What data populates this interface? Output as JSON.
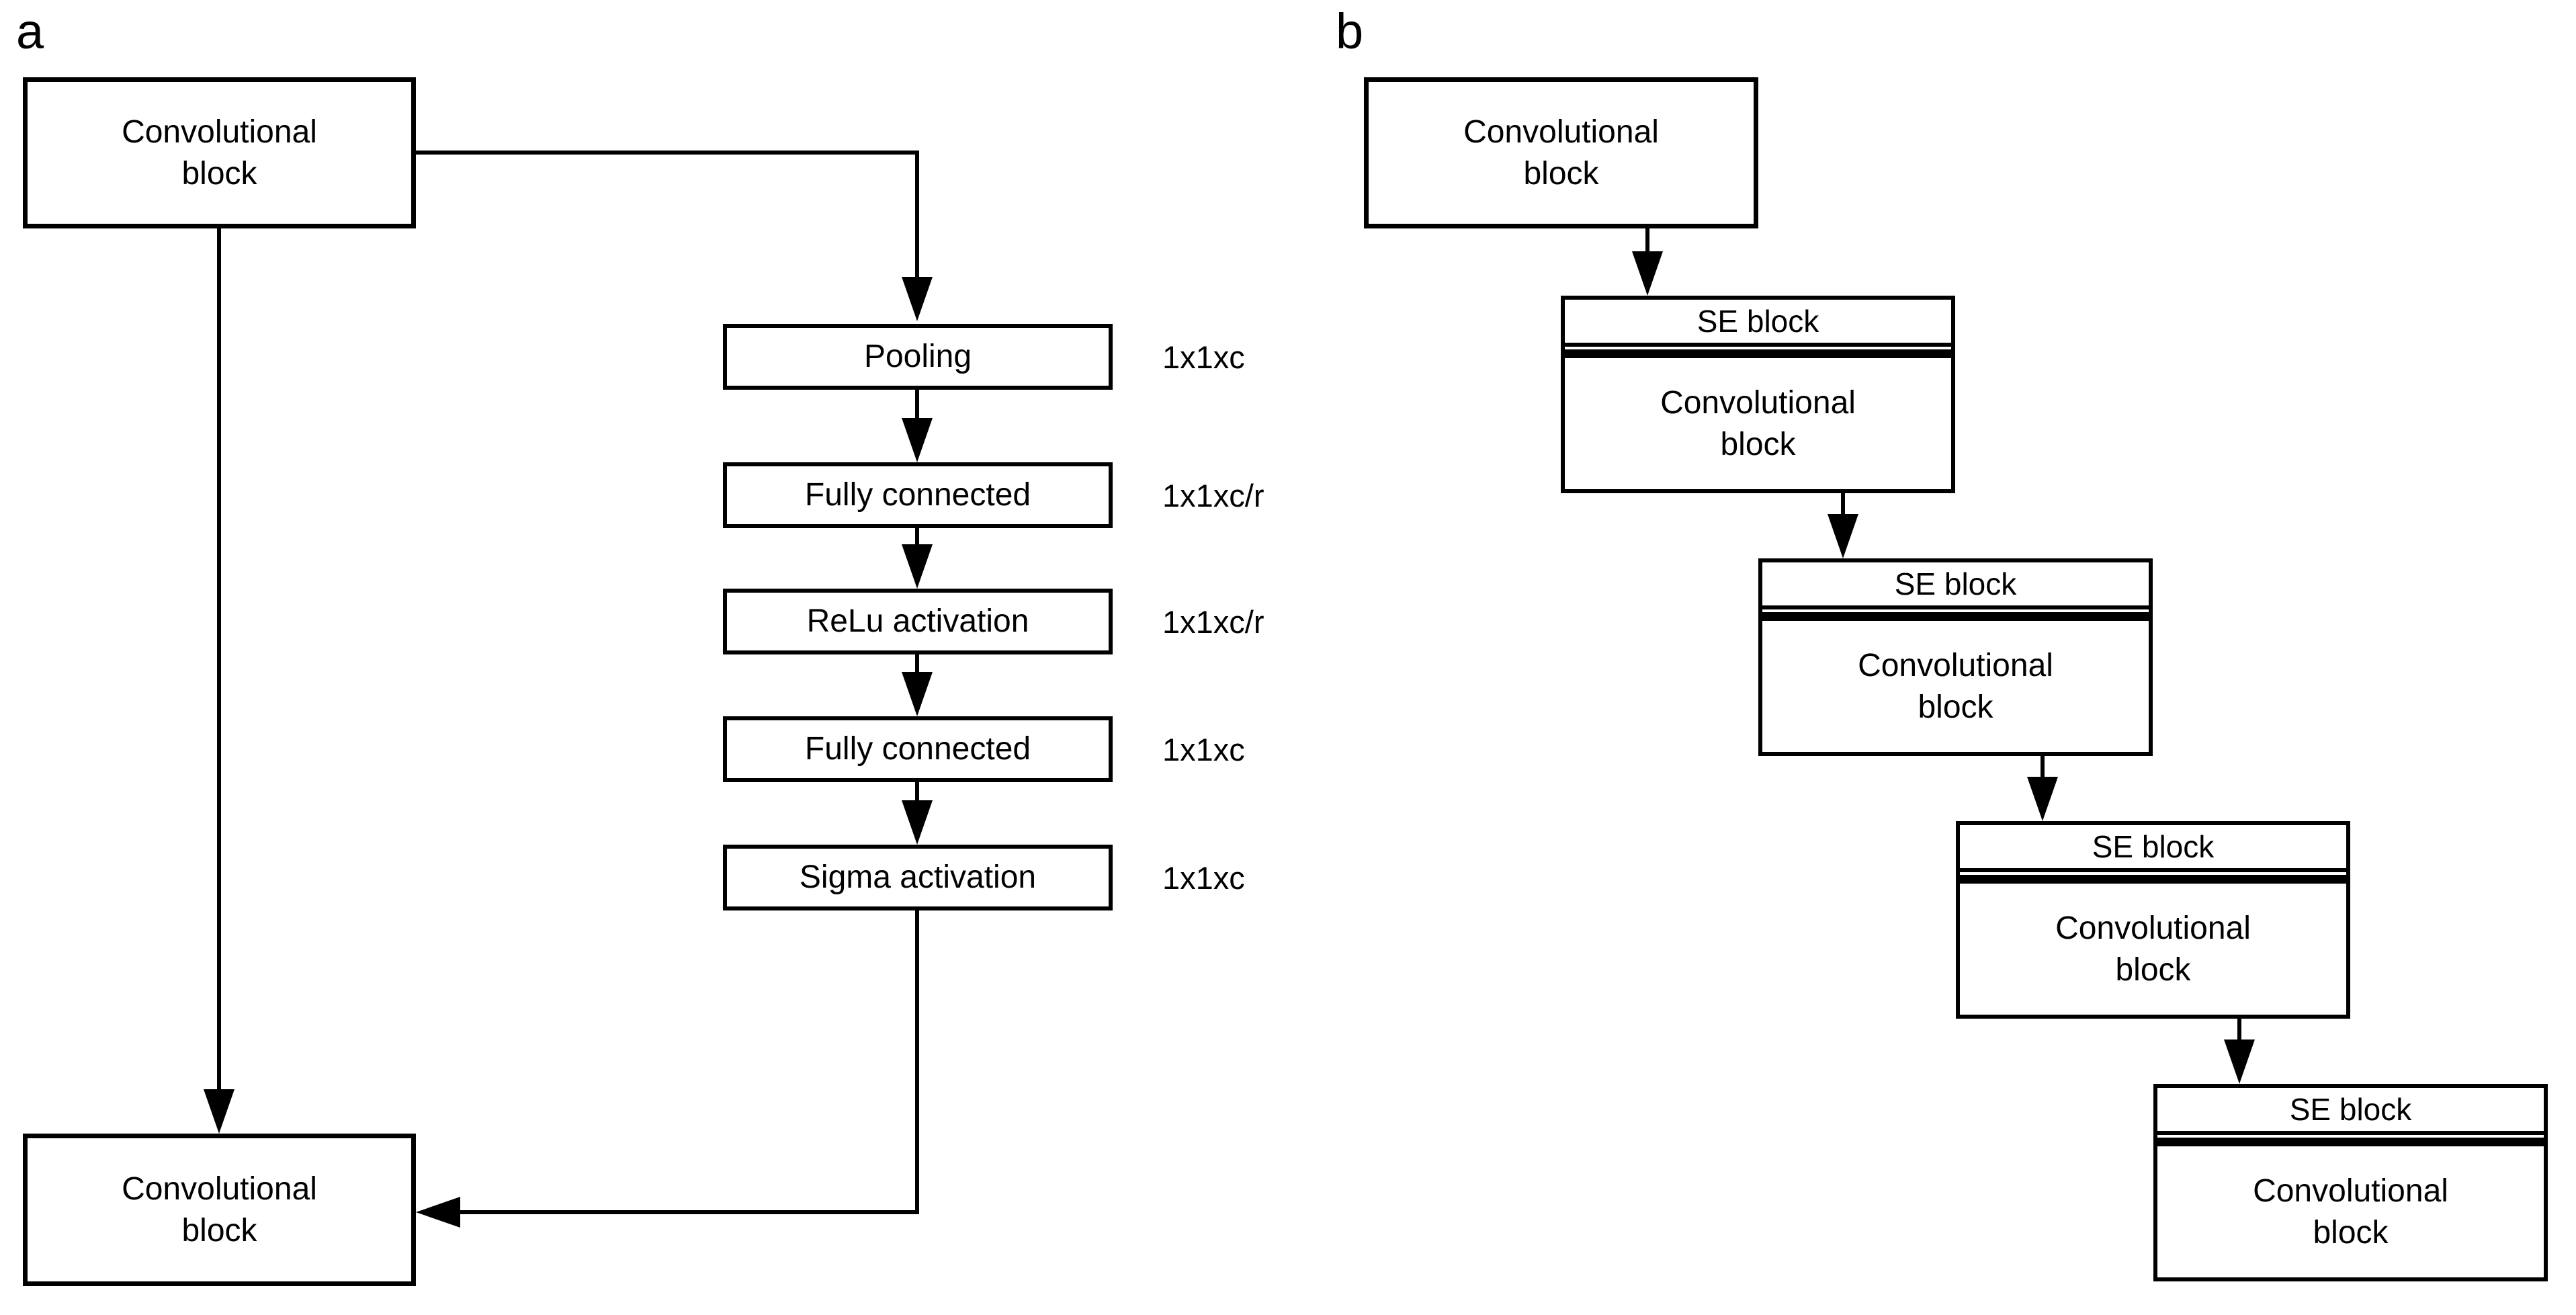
{
  "figure": {
    "type": "flowchart",
    "description": "SE block architecture diagram",
    "colors": {
      "ink": "#000000",
      "background": "#ffffff"
    }
  },
  "panel_a": {
    "label": "a",
    "top_block": "Convolutional block",
    "bottom_block": "Convolutional block",
    "pipeline": [
      {
        "name": "Pooling",
        "dim": "1x1xc"
      },
      {
        "name": "Fully connected",
        "dim": "1x1xc/r"
      },
      {
        "name": "ReLu activation",
        "dim": "1x1xc/r"
      },
      {
        "name": "Fully connected",
        "dim": "1x1xc"
      },
      {
        "name": "Sigma activation",
        "dim": "1x1xc"
      }
    ]
  },
  "panel_b": {
    "label": "b",
    "top_block": "Convolutional block",
    "se_blocks": [
      {
        "header": "SE block",
        "body": "Convolutional block"
      },
      {
        "header": "SE block",
        "body": "Convolutional block"
      },
      {
        "header": "SE block",
        "body": "Convolutional block"
      },
      {
        "header": "SE block",
        "body": "Convolutional block"
      }
    ]
  }
}
